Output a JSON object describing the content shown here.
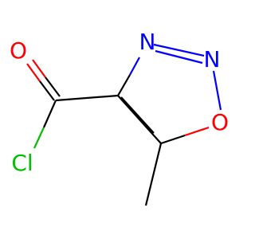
{
  "molecule": {
    "atoms": [
      {
        "id": "O-carbonyl",
        "symbol": "O",
        "color": "#ff0000"
      },
      {
        "id": "Cl",
        "symbol": "Cl",
        "color": "#00c000"
      },
      {
        "id": "N-3",
        "symbol": "N",
        "color": "#0000ff"
      },
      {
        "id": "N-2",
        "symbol": "N",
        "color": "#0000ff"
      },
      {
        "id": "O-ring",
        "symbol": "O",
        "color": "#ff0000"
      }
    ],
    "colors": {
      "bond": "#000000",
      "oxygen": "#ff0000",
      "nitrogen": "#0000ff",
      "chlorine": "#00c000"
    }
  }
}
